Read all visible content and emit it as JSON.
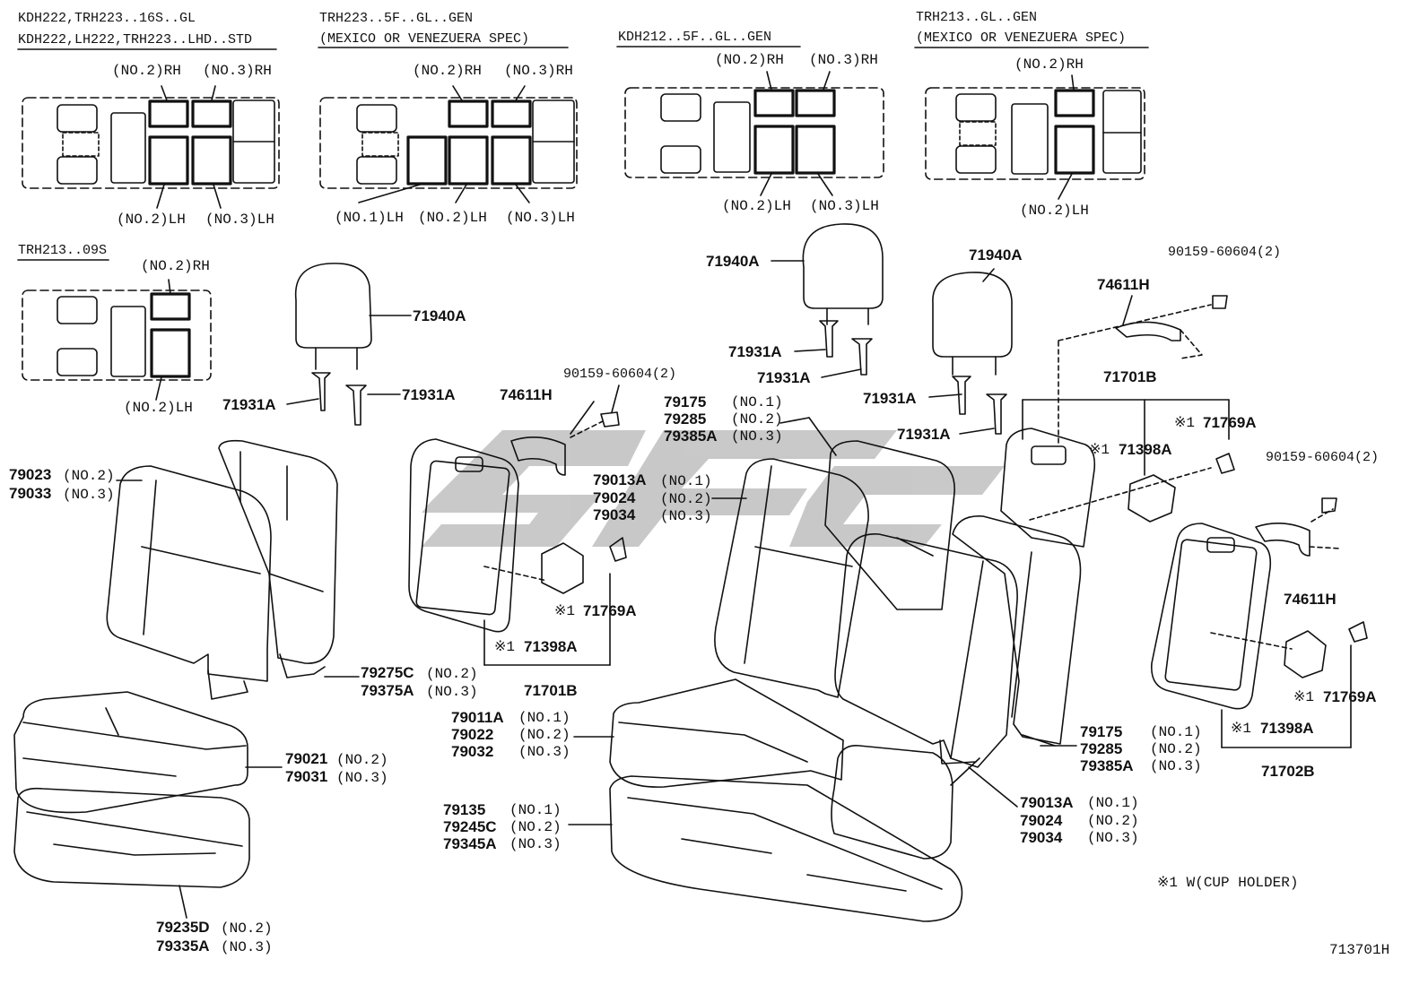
{
  "headers": {
    "h1": "KDH222,TRH223..16S..GL",
    "h2": "KDH222,LH222,TRH223..LHD..STD",
    "h3": "TRH223..5F..GL..GEN",
    "h4": "(MEXICO OR VENEZUERA SPEC)",
    "h5": "KDH212..5F..GL..GEN",
    "h6": "TRH213..GL..GEN",
    "h7": "(MEXICO OR VENEZUERA SPEC)",
    "h8": "TRH213..09S"
  },
  "layout_labels": {
    "l1": "(NO.2)RH",
    "l2": "(NO.3)RH",
    "l3": "(NO.2)LH",
    "l4": "(NO.3)LH",
    "l5": "(NO.2)RH",
    "l6": "(NO.3)RH",
    "l7": "(NO.1)LH",
    "l8": "(NO.2)LH",
    "l9": "(NO.3)LH",
    "l10": "(NO.2)RH",
    "l11": "(NO.3)RH",
    "l12": "(NO.2)LH",
    "l13": "(NO.3)LH",
    "l14": "(NO.2)RH",
    "l15": "(NO.2)LH",
    "l16": "(NO.2)RH",
    "l17": "(NO.2)LH"
  },
  "parts": {
    "p1": "71940A",
    "p2": "71931A",
    "p3": "71931A",
    "p4": "74611H",
    "p5": "90159-60604(2)",
    "p6": "79023",
    "p6n": "(NO.2)",
    "p7": "79033",
    "p7n": "(NO.3)",
    "p8": "79013A",
    "p8n": "(NO.1)",
    "p9": "79024",
    "p9n": "(NO.2)",
    "p10": "79034",
    "p10n": "(NO.3)",
    "p11": "※1",
    "p11b": "71769A",
    "p12": "※1",
    "p12b": "71398A",
    "p13": "71701B",
    "p14": "79275C",
    "p14n": "(NO.2)",
    "p15": "79375A",
    "p15n": "(NO.3)",
    "p16": "79021",
    "p16n": "(NO.2)",
    "p17": "79031",
    "p17n": "(NO.3)",
    "p18": "79235D",
    "p18n": "(NO.2)",
    "p19": "79335A",
    "p19n": "(NO.3)",
    "p20": "71940A",
    "p21": "71931A",
    "p22": "71931A",
    "p23": "79175",
    "p23n": "(NO.1)",
    "p24": "79285",
    "p24n": "(NO.2)",
    "p25": "79385A",
    "p25n": "(NO.3)",
    "p26": "79011A",
    "p26n": "(NO.1)",
    "p27": "79022",
    "p27n": "(NO.2)",
    "p28": "79032",
    "p28n": "(NO.3)",
    "p29": "79135",
    "p29n": "(NO.1)",
    "p30": "79245C",
    "p30n": "(NO.2)",
    "p31": "79345A",
    "p31n": "(NO.3)",
    "p32": "71940A",
    "p33": "71931A",
    "p34": "71931A",
    "p35": "74611H",
    "p36": "90159-60604(2)",
    "p37": "71701B",
    "p38": "※1",
    "p38b": "71769A",
    "p39": "※1",
    "p39b": "71398A",
    "p40": "90159-60604(2)",
    "p41": "74611H",
    "p42": "※1",
    "p42b": "71769A",
    "p43": "※1",
    "p43b": "71398A",
    "p44": "71702B",
    "p45": "79175",
    "p45n": "(NO.1)",
    "p46": "79285",
    "p46n": "(NO.2)",
    "p47": "79385A",
    "p47n": "(NO.3)",
    "p48": "79013A",
    "p48n": "(NO.1)",
    "p49": "79024",
    "p49n": "(NO.2)",
    "p50": "79034",
    "p50n": "(NO.3)"
  },
  "footnote": "※1 W(CUP HOLDER)",
  "diagram_code": "713701H"
}
